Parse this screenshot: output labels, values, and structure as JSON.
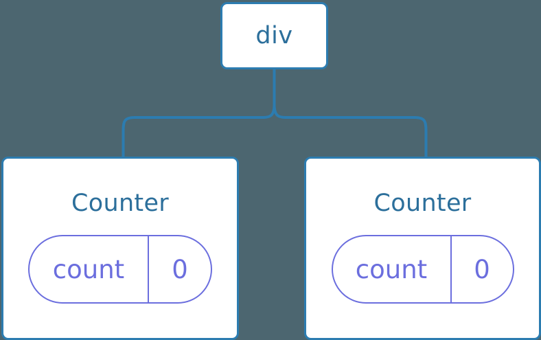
{
  "diagram": {
    "type": "component-tree",
    "background_color": "#4c6670",
    "node_border_color": "#2c7cb0",
    "node_label_color": "#2c6f9b",
    "pill_color": "#6b6ede",
    "connector_color": "#2c7cb0",
    "root": {
      "label": "div"
    },
    "children": [
      {
        "label": "Counter",
        "state": {
          "key": "count",
          "value": "0"
        }
      },
      {
        "label": "Counter",
        "state": {
          "key": "count",
          "value": "0"
        }
      }
    ]
  }
}
